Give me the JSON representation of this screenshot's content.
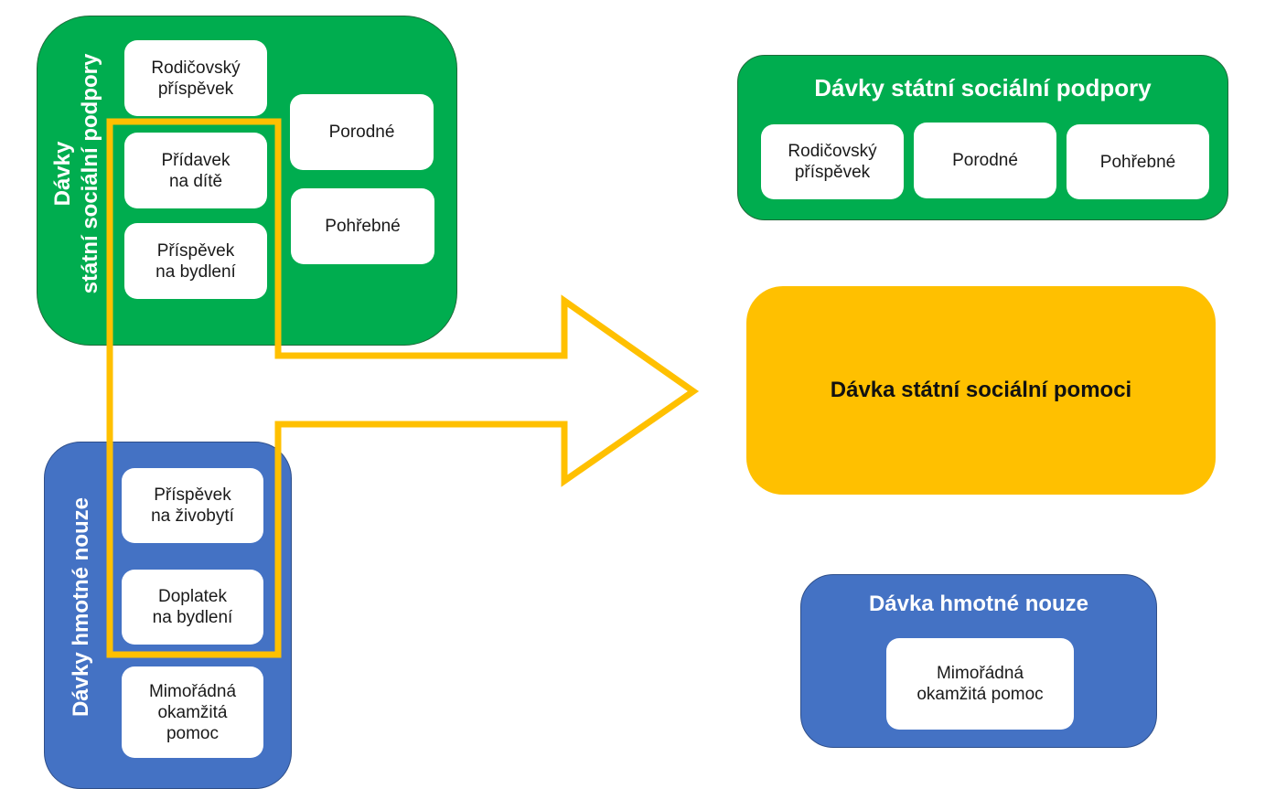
{
  "colors": {
    "green": "#00ad4f",
    "blue": "#4472c4",
    "yellow": "#ffc000",
    "card": "#ffffff",
    "text_dark": "#1a1a1a",
    "text_light": "#ffffff"
  },
  "left": {
    "state_support": {
      "title": "Dávky\nstátní sociální podpory",
      "items": [
        {
          "label": "Rodičovský\npříspěvek"
        },
        {
          "label": "Přídavek\nna dítě"
        },
        {
          "label": "Příspěvek\nna bydlení"
        },
        {
          "label": "Porodné"
        },
        {
          "label": "Pohřebné"
        }
      ]
    },
    "material_need": {
      "title": "Dávky hmotné nouze",
      "items": [
        {
          "label": "Příspěvek\nna živobytí"
        },
        {
          "label": "Doplatek\nna bydlení"
        },
        {
          "label": "Mimořádná\nokamžitá\npomoc"
        }
      ]
    }
  },
  "right": {
    "state_support": {
      "title": "Dávky státní sociální podpory",
      "items": [
        {
          "label": "Rodičovský\npříspěvek"
        },
        {
          "label": "Porodné"
        },
        {
          "label": "Pohřebné"
        }
      ]
    },
    "new_benefit": {
      "title": "Dávka státní sociální pomoci"
    },
    "material_need": {
      "title": "Dávka hmotné nouze",
      "items": [
        {
          "label": "Mimořádná\nokamžitá pomoc"
        }
      ]
    }
  },
  "arrow": {
    "icon": "arrow-right-outline-icon",
    "meaning": "merged into"
  }
}
